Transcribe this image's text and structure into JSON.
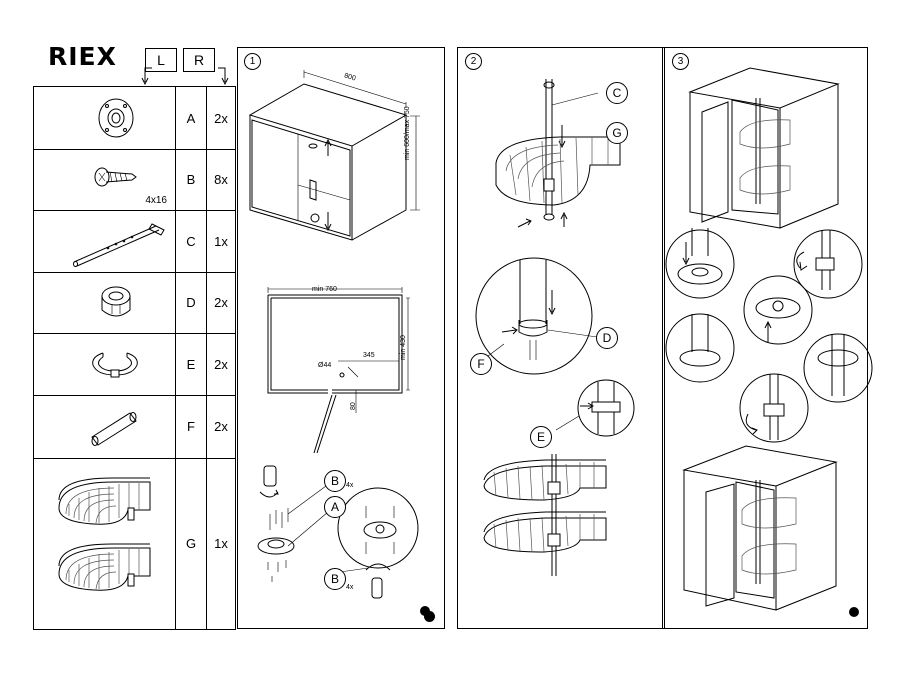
{
  "brand": {
    "logo": "RIEX"
  },
  "orientation": {
    "left": "L",
    "right": "R"
  },
  "parts": [
    {
      "letter": "A",
      "qty": "2x",
      "icon": "mounting-plate-icon"
    },
    {
      "letter": "B",
      "qty": "8x",
      "size": "4x16",
      "icon": "screw-icon"
    },
    {
      "letter": "C",
      "qty": "1x",
      "icon": "pole-icon"
    },
    {
      "letter": "D",
      "qty": "2x",
      "icon": "bushing-icon"
    },
    {
      "letter": "E",
      "qty": "2x",
      "icon": "clip-ring-icon"
    },
    {
      "letter": "F",
      "qty": "2x",
      "icon": "pin-icon"
    },
    {
      "letter": "G",
      "qty": "1x",
      "icon": "wire-basket-icon"
    }
  ],
  "steps": [
    {
      "number": "1",
      "dims": {
        "width": "800",
        "height": "min 600/max 750",
        "min_width": "min 760",
        "min_depth": "min 430",
        "offset": "345",
        "hole": "Ø44",
        "edge": "80"
      },
      "callouts": {
        "b_top": "B",
        "b_top_qty": "4x",
        "a": "A",
        "b_bottom": "B",
        "b_bottom_qty": "4x"
      }
    },
    {
      "number": "2",
      "callouts": {
        "c": "C",
        "g": "G",
        "d": "D",
        "f": "F",
        "e": "E"
      }
    },
    {
      "number": "3"
    }
  ]
}
